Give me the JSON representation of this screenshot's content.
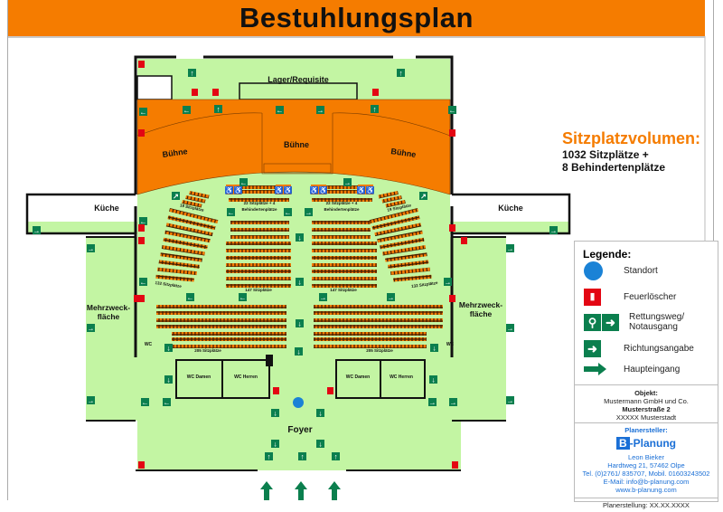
{
  "title": "Bestuhlungsplan",
  "colors": {
    "accent": "#f57c00",
    "floor": "#c3f5a3",
    "sign": "#0b7f4e",
    "extinguisher": "#e30613",
    "standort": "#1a82d6",
    "seat": "#f57c00"
  },
  "volume": {
    "title": "Sitzplatzvolumen:",
    "line1": "1032 Sitzplätze +",
    "line2": "8 Behindertenplätze"
  },
  "rooms": {
    "storage": "Lager/Requisite",
    "stage_left": "Bühne",
    "stage_center": "Bühne",
    "stage_right": "Bühne",
    "kitchen_left": "Küche",
    "kitchen_right": "Küche",
    "multi_left": [
      "Mehrzweck-",
      "fläche"
    ],
    "multi_right": [
      "Mehrzweck-",
      "fläche"
    ],
    "wc_left": "WC",
    "wc_right": "WC",
    "wc_damen_left": "WC Damen",
    "wc_herren_left": "WC Herren",
    "wc_damen_right": "WC Damen",
    "wc_herren_right": "WC Herren",
    "foyer": "Foyer"
  },
  "seat_blocks": {
    "fan_top_left": "19 Sitzplätze",
    "fan_top_right": "19 Sitzplätze",
    "front_left": [
      "22 Sitzplätze + 4",
      "Behindertenplätze"
    ],
    "front_right": [
      "22 Sitzplätze + 4",
      "Behindertenplätze"
    ],
    "center_left": "147 Sitzplätze",
    "center_right": "147 Sitzplätze",
    "fan_left": "132 Sitzplätze",
    "fan_right": "132 Sitzplätze",
    "rear_left": "205 Sitzplätze",
    "rear_right": "205 Sitzplätze"
  },
  "legend": {
    "title": "Legende:",
    "items": [
      {
        "icon": "standort-dot",
        "label": "Standort"
      },
      {
        "icon": "fire-extinguisher",
        "label": "Feuerlöscher"
      },
      {
        "icon": "emergency-exit-arrow",
        "label": "Rettungsweg/ Notausgang"
      },
      {
        "icon": "direction-arrow",
        "label": "Richtungsangabe"
      },
      {
        "icon": "main-entrance-arrow",
        "label": "Haupteingang"
      }
    ]
  },
  "info": {
    "object_label": "Objekt:",
    "company": "Mustermann GmbH und Co.",
    "street": "Musterstraße 2",
    "city": "XXXXX Musterstadt",
    "planner_label": "Planersteller:",
    "logo_text": "B",
    "logo_suffix": "-Planung",
    "name": "Leon Bieker",
    "address": "Hardtweg 21, 57462 Olpe",
    "phone": "Tel. (0)2761/ 835707, Mobil. 01603243502",
    "email": "E-Mail: info@b-planung.com",
    "web": "www.b-planung.com",
    "date": "Planerstellung: XX.XX.XXXX"
  }
}
